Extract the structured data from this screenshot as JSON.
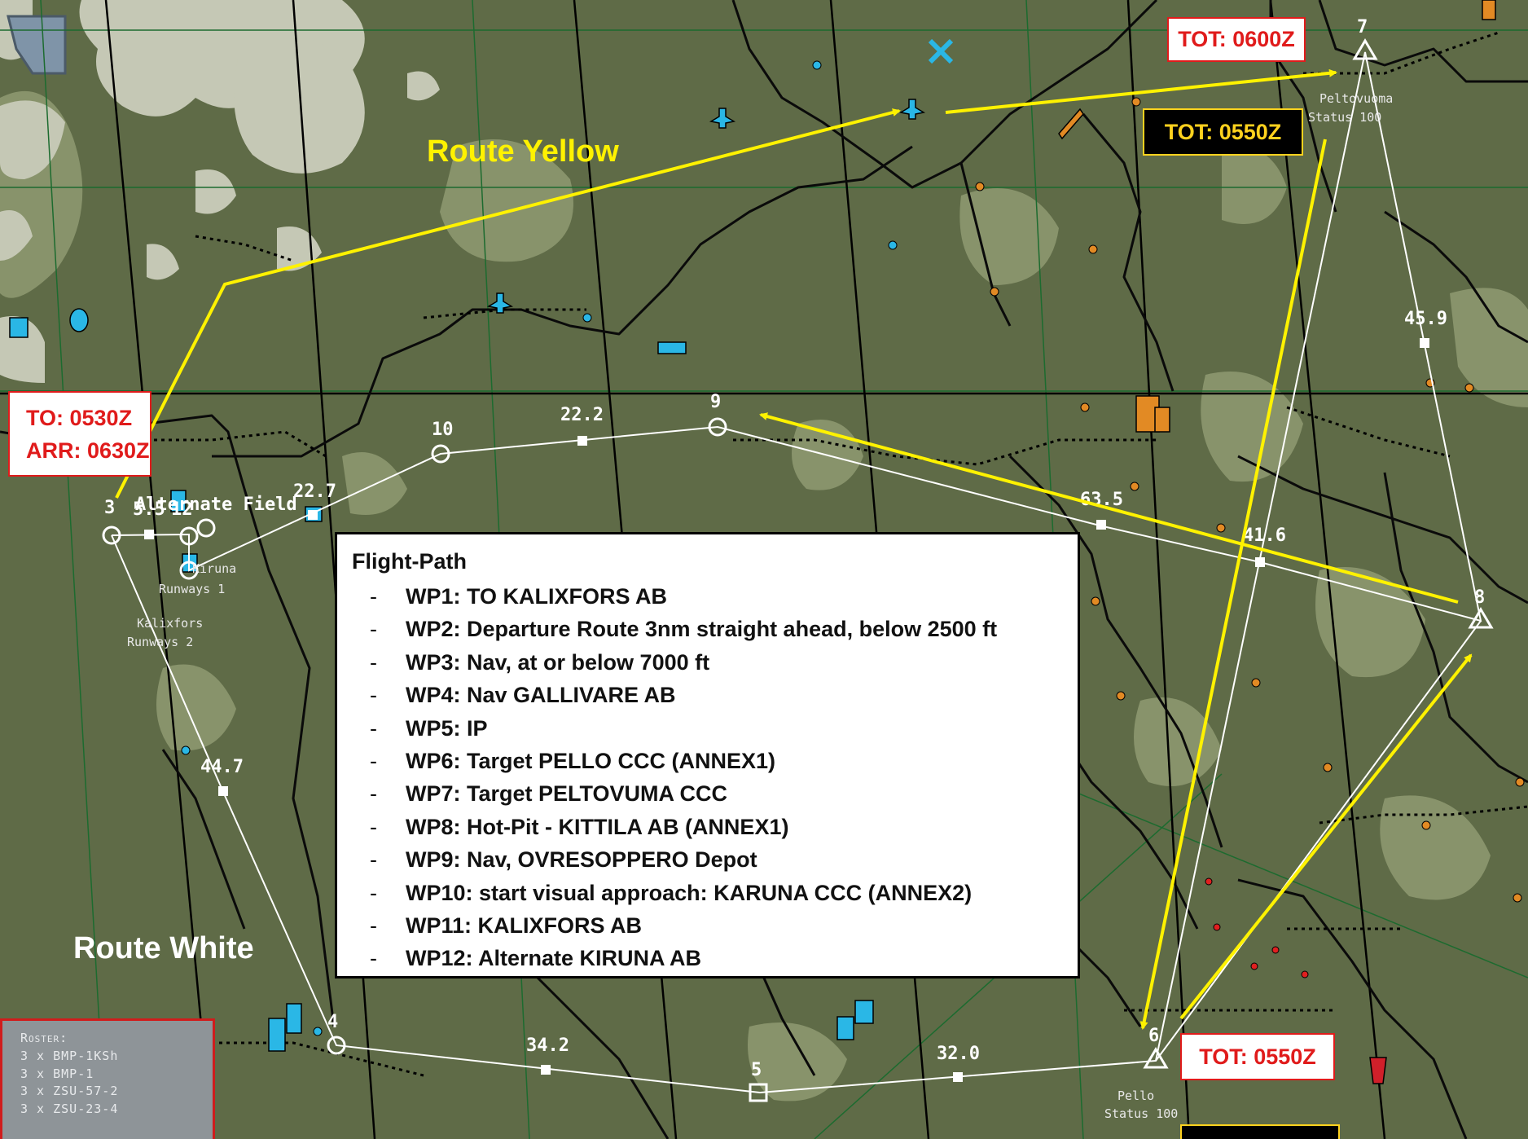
{
  "colors": {
    "terrain": "#5f6b47",
    "terrain_light": "#909b73",
    "snow": "#c5c8b5",
    "yellow_route": "#fff200",
    "white_route": "#ffffff",
    "callout_red": "#e01b1b",
    "callout_yellow": "#ffd21e",
    "icon_cyan": "#2ab7e6"
  },
  "route_labels": {
    "yellow": "Route Yellow",
    "white": "Route White"
  },
  "callouts": {
    "takeoff": [
      "TO: 0530Z",
      "ARR: 0630Z"
    ],
    "tot_wp7_red": "TOT: 0600Z",
    "tot_wp7_black": "TOT: 0550Z",
    "tot_wp6_red": "TOT: 0550Z"
  },
  "flight_path": {
    "title": "Flight-Path",
    "dash": "-",
    "items": [
      "WP1: TO KALIXFORS AB",
      "WP2: Departure Route 3nm straight ahead, below 2500 ft",
      "WP3: Nav, at or below 7000 ft",
      "WP4: Nav GALLIVARE AB",
      "WP5: IP",
      "WP6: Target PELLO CCC (ANNEX1)",
      "WP7: Target PELTOVUMA CCC",
      "WP8: Hot-Pit  -  KITTILA AB (ANNEX1)",
      "WP9: Nav, OVRESOPPERO Depot",
      "WP10: start visual approach: KARUNA CCC (ANNEX2)",
      "WP11: KALIXFORS AB",
      "WP12: Alternate KIRUNA AB"
    ]
  },
  "waypoints": {
    "wp3": "3",
    "wp4": "4",
    "wp5": "5",
    "wp6": "6",
    "wp7": "7",
    "wp8": "8",
    "wp9": "9",
    "wp10": "10",
    "wp12": "12"
  },
  "leg_distances": [
    "5.5",
    "22.7",
    "22.2",
    "63.5",
    "41.6",
    "45.9",
    "44.7",
    "34.2",
    "32.0"
  ],
  "map_labels": {
    "alternate_field": "Alternate Field",
    "kiruna_runways": [
      "Kiruna",
      "Runways 1"
    ],
    "kalixfors_runways": [
      "Kalixfors",
      "Runways 2"
    ],
    "peltovuoma": [
      "Peltovuoma",
      "Status 100"
    ],
    "pello": [
      "Pello",
      "Status 100"
    ]
  },
  "roster": {
    "title": "Roster:",
    "items": [
      "3 x BMP-1KSh",
      "3 x BMP-1",
      "3 x ZSU-57-2",
      "3 x ZSU-23-4"
    ]
  }
}
